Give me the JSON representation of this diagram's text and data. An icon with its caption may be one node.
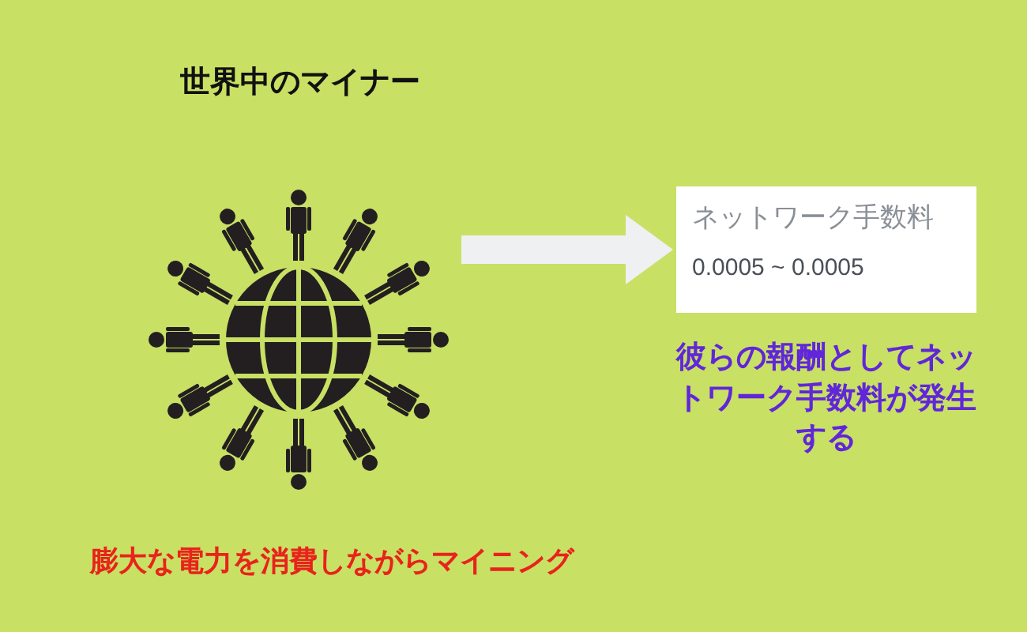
{
  "diagram": {
    "nodes": [
      {
        "text": [],
        "shape": "picture",
        "beside": [
          "世界中のマイナー",
          "膨大な電力を消費しながらマイニング"
        ]
      },
      {
        "text": [
          "ネットワーク手数料",
          "0.0005 ~ 0.0005"
        ],
        "beside": [
          "彼らの報酬としてネットワーク手数料が発生する"
        ]
      }
    ],
    "edges": [
      {
        "from": 0,
        "to": 1,
        "arrow": "to"
      }
    ]
  }
}
